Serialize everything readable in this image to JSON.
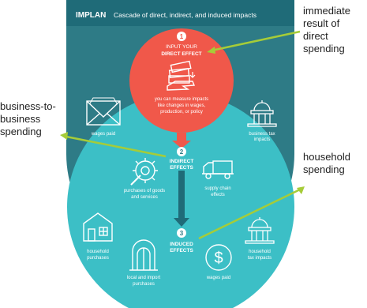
{
  "header": {
    "logo": "IMPLAN",
    "title": "Cascade of direct, indirect, and induced impacts"
  },
  "step1": {
    "number": "1",
    "line1": "INPUT YOUR",
    "line2": "DIRECT EFFECT",
    "desc": [
      "you can measure impacts",
      "like changes in wages,",
      "production, or policy"
    ]
  },
  "step2": {
    "number": "2",
    "line1": "INDIRECT",
    "line2": "EFFECTS"
  },
  "step3": {
    "number": "3",
    "line1": "INDUCED",
    "line2": "EFFECTS"
  },
  "labels": {
    "wages_paid_top": "wages paid",
    "business_tax": [
      "business tax",
      "impacts"
    ],
    "purchases_goods": [
      "purchases of goods",
      "and services"
    ],
    "supply_chain": [
      "supply chain",
      "effects"
    ],
    "household_purchases": [
      "household",
      "purchases"
    ],
    "local_import": [
      "local and import",
      "purchases"
    ],
    "wages_paid_bottom": "wages paid",
    "household_tax": [
      "household",
      "tax impacts"
    ]
  },
  "callouts": {
    "immediate": "immediate result of direct spending",
    "b2b": "business-to-business spending",
    "household": "household spending"
  },
  "colors": {
    "dark_teal": "#2e7b86",
    "light_teal": "#3cbfc6",
    "header_bg": "#1f6b78",
    "red": "#f0584a",
    "arrow_green": "#a6cc38"
  }
}
